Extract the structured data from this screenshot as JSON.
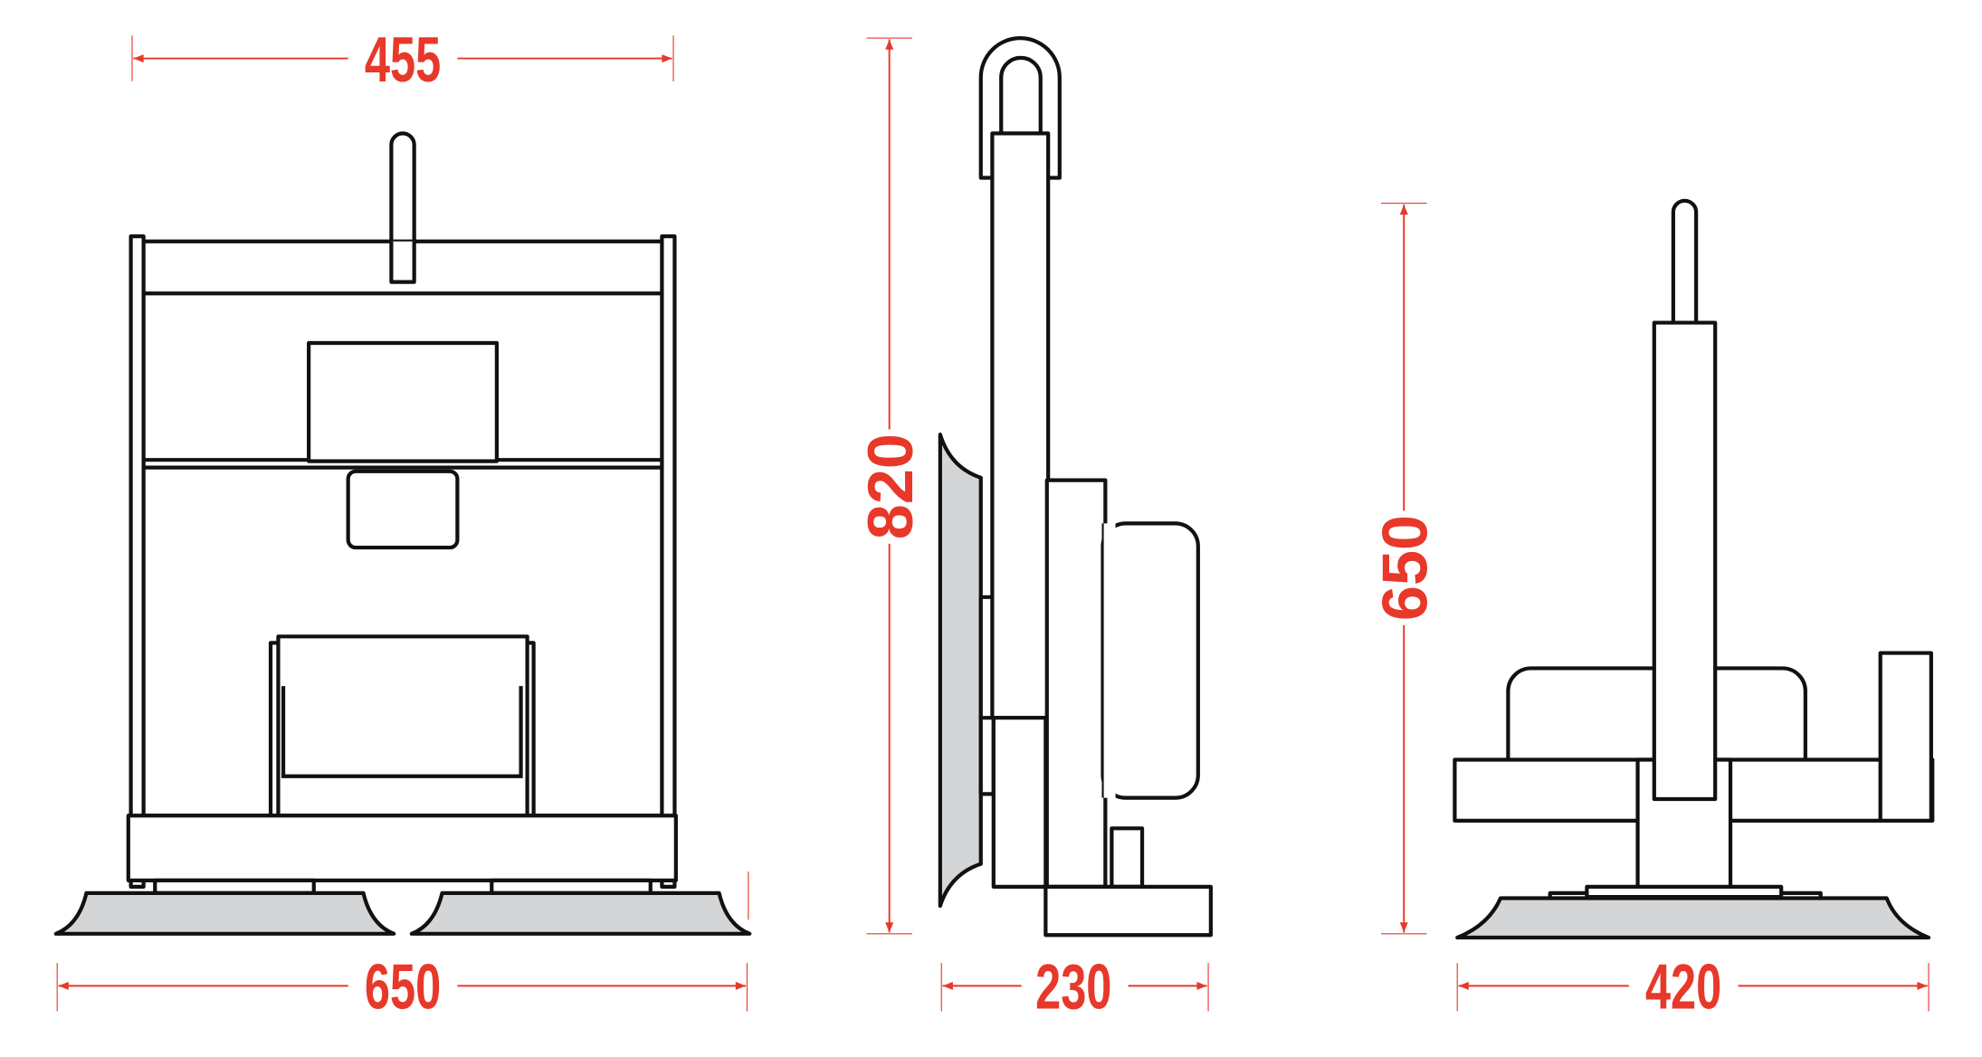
{
  "dimensions": {
    "front_width_top": "455",
    "front_width_base": "650",
    "side_height": "820",
    "side_depth": "230",
    "rear_height": "650",
    "rear_width": "420"
  },
  "colors": {
    "dimension": "#e8382a",
    "pad": "#d4d5d6",
    "outline": "#111111"
  }
}
